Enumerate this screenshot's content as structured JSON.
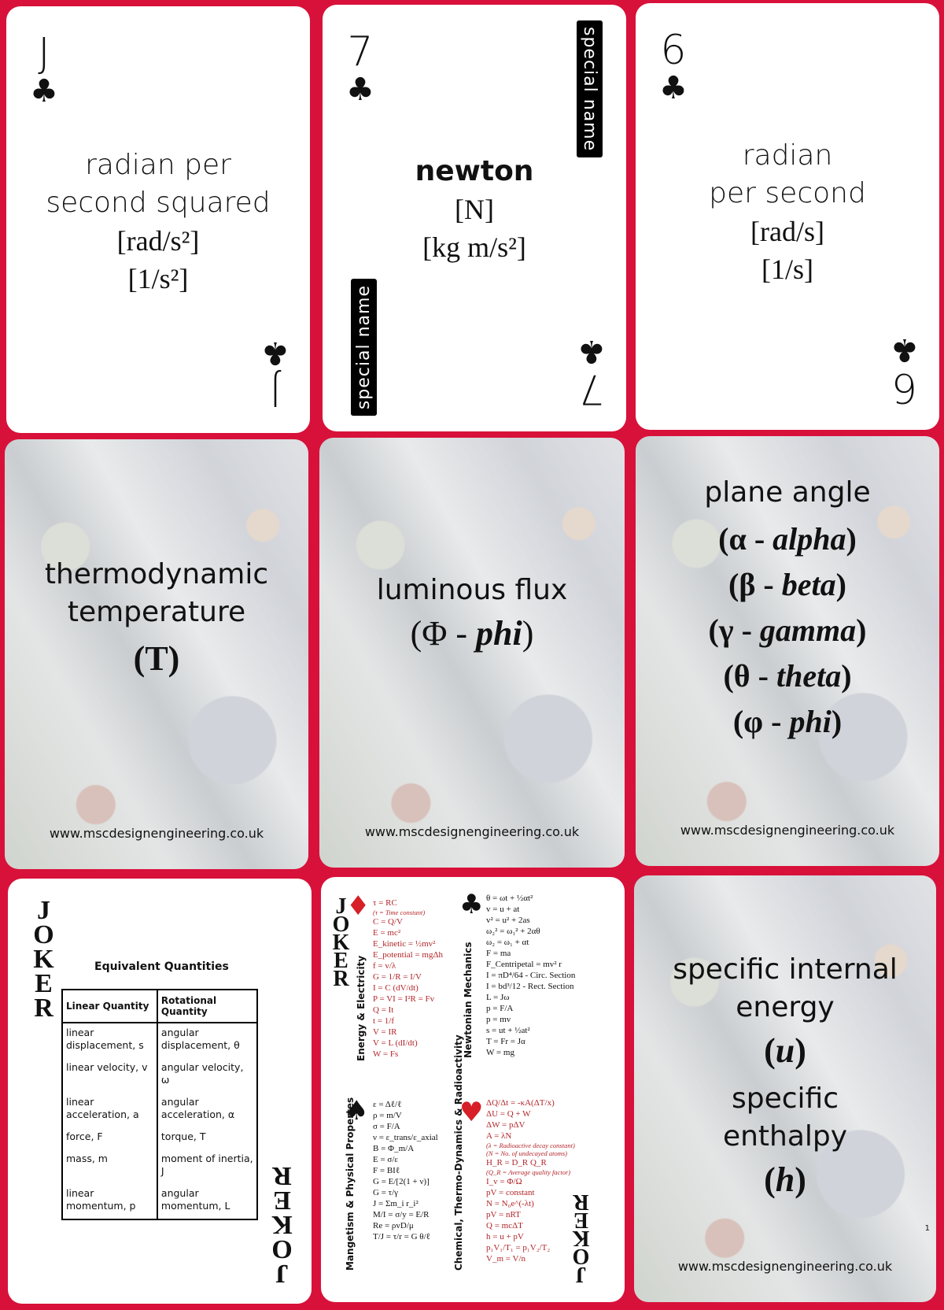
{
  "colors": {
    "background": "#d8113a",
    "card": "#ffffff",
    "formula_red": "#b3262a",
    "suit_red": "#d71f27"
  },
  "website": "www.mscdesignengineering.co.uk",
  "cards": [
    {
      "rank": "J",
      "suit": "♣",
      "lines": [
        "radian per",
        "second squared"
      ],
      "units": [
        "[rad/s²]",
        "[1/s²]"
      ]
    },
    {
      "rank": "7",
      "suit": "♣",
      "name": "newton",
      "units": [
        "[N]",
        "[kg m/s²]"
      ],
      "side_label": "special name"
    },
    {
      "rank": "6",
      "suit": "♣",
      "lines": [
        "radian",
        "per second"
      ],
      "units": [
        "[rad/s]",
        "[1/s]"
      ]
    },
    {
      "title_lines": [
        "thermodynamic",
        "temperature"
      ],
      "symbol": "(T)"
    },
    {
      "title_lines": [
        "luminous flux"
      ],
      "symbol_char": "(Φ - ",
      "symbol_name": "phi",
      "symbol_close": ")"
    },
    {
      "title": "plane angle",
      "symbols": [
        {
          "char": "(α - ",
          "name": "alpha",
          "close": ")"
        },
        {
          "char": "(β - ",
          "name": "beta",
          "close": ")"
        },
        {
          "char": "(γ - ",
          "name": "gamma",
          "close": ")"
        },
        {
          "char": "(θ - ",
          "name": "theta",
          "close": ")"
        },
        {
          "char": "(φ - ",
          "name": "phi",
          "close": ")"
        }
      ]
    },
    {
      "joker": "JOKER",
      "table_title": "Equivalent Quantities",
      "headers": [
        "Linear Quantity",
        "Rotational Quantity"
      ],
      "rows": [
        [
          "linear displacement, s",
          "angular displacement, θ"
        ],
        [
          "linear velocity, v",
          "angular velocity, ω"
        ],
        [
          "linear acceleration, a",
          "angular acceleration, α"
        ],
        [
          "force, F",
          "torque, T"
        ],
        [
          "mass, m",
          "moment of inertia, J"
        ],
        [
          "linear momentum, p",
          "angular momentum, L"
        ]
      ]
    },
    {
      "joker": "JOKER",
      "groups": [
        {
          "category": "Energy & Electricity",
          "suit": "♦",
          "formulas": [
            "τ = RC",
            "(τ = Time constant)",
            "C = Q/V",
            "E = mc²",
            "E_kinetic = ½mv²",
            "E_potential = mgΔh",
            "f = v/λ",
            "G = 1/R = I/V",
            "I = C (dV/dt)",
            "P = VI = I²R = Fv",
            "Q = It",
            "t = 1/f",
            "V = IR",
            "V = L (dI/dt)",
            "W = Fs"
          ]
        },
        {
          "category": "Newtonian Mechanics",
          "suit": "♣",
          "formulas": [
            "θ = ωt + ½αt²",
            "v = u + at",
            "v² = u² + 2as",
            "ω₂² = ω₁² + 2αθ",
            "ω₂ = ω₁ + αt",
            "F = ma",
            "F_Centripetal = mv² r",
            "I = πD⁴/64 - Circ. Section",
            "I = bd³/12 - Rect. Section",
            "L = Jω",
            "p = F/A",
            "p = mv",
            "s = ut + ½at²",
            "T = Fr = Jα",
            "W = mg"
          ]
        },
        {
          "category": "Mangetism & Physical Propertes",
          "suit": "♠",
          "formulas": [
            "ε = Δℓ/ℓ",
            "ρ = m/V",
            "σ = F/A",
            "ν = ε_trans/ε_axial",
            "B = Φ_m/A",
            "E = σ/ε",
            "F = BIℓ",
            "G = E/[2(1 + ν)]",
            "G = τ/γ",
            "J = Σm_i r_i²",
            "M/I = σ/y = E/R",
            "Re = ρvD/μ",
            "T/J = τ/r = G θ/ℓ"
          ]
        },
        {
          "category": "Chemical, Thermo-Dynamics & Radioactivity",
          "suit": "♥",
          "formulas": [
            "ΔQ/Δt = -κA(ΔT/x)",
            "ΔU = Q + W",
            "ΔW = pΔV",
            "A = λN",
            "(λ = Radioactive decay constant)",
            "(N = No. of undecayed atoms)",
            "H_R = D_R Q_R",
            "(Q_R = Average quality factor)",
            "I_v = Φ/Ω",
            "pV = constant",
            "N = N₀e^(-λt)",
            "pV = nRT",
            "Q = mcΔT",
            "h = u + pV",
            "p₁V₁/T₁ = p₁V₂/T₂",
            "V_m = V/n"
          ]
        }
      ]
    },
    {
      "title_lines": [
        "specific internal",
        "energy"
      ],
      "symbol1": "u",
      "title2_lines": [
        "specific",
        "enthalpy"
      ],
      "symbol2": "h",
      "page_mark": "1"
    }
  ]
}
